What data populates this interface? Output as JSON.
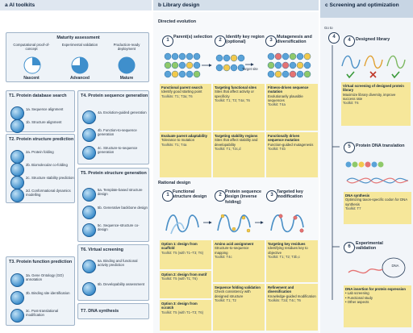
{
  "panel_a": {
    "header": "a  AI toolkits",
    "maturity": {
      "title": "Maturity assessment",
      "stages": [
        {
          "label": "Computational proof-of-concept",
          "name": "Nascent"
        },
        {
          "label": "Experimental validation",
          "name": "Advanced"
        },
        {
          "label": "Production-ready deployment",
          "name": "Mature"
        }
      ]
    },
    "t1": {
      "title": "T1. Protein database search",
      "items": [
        {
          "id": "1a",
          "label": "Sequence alignment"
        },
        {
          "id": "1b",
          "label": "Structure alignment"
        }
      ]
    },
    "t2": {
      "title": "T2. Protein structure prediction",
      "items": [
        {
          "id": "2a",
          "label": "Protein folding"
        },
        {
          "id": "2b",
          "label": "Biomolecular co-folding"
        },
        {
          "id": "2c",
          "label": "Structure stability prediction"
        },
        {
          "id": "2d",
          "label": "Conformational dynamics modelling"
        }
      ]
    },
    "t3": {
      "title": "T3. Protein function prediction",
      "items": [
        {
          "id": "3a",
          "label": "Gene Ontology (GO) annotation"
        },
        {
          "id": "3b",
          "label": "Binding site identification"
        },
        {
          "id": "3c",
          "label": "Post-translational modification"
        }
      ]
    },
    "t4": {
      "title": "T4. Protein sequence generation",
      "items": [
        {
          "id": "4a",
          "label": "Evolution-guided generation"
        },
        {
          "id": "4b",
          "label": "Function-to-sequence generation"
        },
        {
          "id": "4c",
          "label": "Structure-to-sequence generation"
        }
      ]
    },
    "t5": {
      "title": "T5. Protein structure generation",
      "items": [
        {
          "id": "5a",
          "label": "Template-based structure design"
        },
        {
          "id": "5b",
          "label": "Generative backbone design"
        },
        {
          "id": "5c",
          "label": "Sequence-structure co-design"
        }
      ]
    },
    "t6": {
      "title": "T6. Virtual screening",
      "items": [
        {
          "id": "6a",
          "label": "Binding and functional activity prediction"
        },
        {
          "id": "6b",
          "label": "Developability assessment"
        }
      ]
    },
    "t7": {
      "title": "T7. DNA synthesis"
    }
  },
  "panel_b": {
    "header": "b  Library design",
    "directed": {
      "title": "Directed evolution",
      "steps": [
        {
          "n": "1",
          "label": "Parent(s) selection"
        },
        {
          "n": "2",
          "label": "Identify key region (optional)"
        },
        {
          "n": "3",
          "label": "Mutagenesis and diversification"
        }
      ],
      "target_label": "Target site",
      "cells": [
        {
          "title": "Functional parent search",
          "desc": "Identify good starting point",
          "toolkit": "Toolkits: T1; T3a; T6"
        },
        {
          "title": "Targeting functional sites",
          "desc": "Sites that affect activity or specificity",
          "toolkit": "Toolkit: T1; T3; T4a; T6"
        },
        {
          "title": "Fitness-driven sequence mutation",
          "desc": "Evolutionarily plausible sequences",
          "toolkit": "Toolkit: T4a"
        },
        {
          "title": "Evaluate parent adaptability",
          "desc": "Tolerance to mutation",
          "toolkit": "Toolkits: T1; T4a"
        },
        {
          "title": "Targeting stability regions",
          "desc": "Sites that affect stability and developability",
          "toolkit": "Toolkit: T1; T2c,d"
        },
        {
          "title": "Functionally driven sequence mutation",
          "desc": "Function-guided mutagenesis",
          "toolkit": "Toolkit: T4b"
        }
      ]
    },
    "rational": {
      "title": "Rational design",
      "steps": [
        {
          "n": "1",
          "label": "Functional structure design"
        },
        {
          "n": "2",
          "label": "Protein sequence design (inverse folding)"
        },
        {
          "n": "3",
          "label": "Targeted key modification"
        }
      ],
      "col1": [
        {
          "title": "Option 1: design from scaffold",
          "toolkit": "Toolkit: T5 (with T1–T3; T6)"
        },
        {
          "title": "Option 2: design from motif",
          "toolkit": "Toolkit: T5 (with T1; T6)"
        },
        {
          "title": "Option 3: design from scratch",
          "toolkit": "Toolkit: T5 (with T1–T3; T6)"
        }
      ],
      "col2": [
        {
          "title": "Amino acid assignment",
          "desc": "Structure-to-sequence mapping",
          "toolkit": "Toolkit: T4c"
        },
        {
          "title": "Sequence folding validation",
          "desc": "Check consistency with designed structure",
          "toolkit": "Toolkit: T1; T2"
        }
      ],
      "col3": [
        {
          "title": "Targeting key residues",
          "desc": "Identifying residues key to objective",
          "toolkit": "Toolkit: T1; T2; T3b,c"
        },
        {
          "title": "Refinement and diversification",
          "desc": "Knowledge-guided modification",
          "toolkit": "Toolkits: T2d; T4c; T6"
        }
      ]
    }
  },
  "panel_c": {
    "header": "c  Screening and optimization",
    "goto": "Go to",
    "goto_n": "4",
    "s4": {
      "n": "4",
      "title": "Designed library",
      "sub_title": "Virtual screening of designed protein library",
      "desc": "Maximize library diversity, improve success rate",
      "toolkit": "Toolkit: T6"
    },
    "s5": {
      "n": "5",
      "title": "Protein DNA translation",
      "sub_title": "DNA synthesis",
      "desc": "Optimizing taxon-specific codon for DNA synthesis",
      "toolkit": "Toolkit: T7"
    },
    "s6": {
      "n": "6",
      "title": "Experimental validation",
      "dna": "DNA",
      "sub_title": "DNA insertion for protein expression",
      "bullets": [
        "• Lab screening",
        "• Functional study",
        "• Other aspects"
      ]
    }
  },
  "colors": {
    "header_a": "#dfe7f0",
    "header_b": "#d4dfea",
    "header_c": "#c7d5e4",
    "accent_yellow": "#f6e79a",
    "circle_blue": "#3f8fcc"
  }
}
